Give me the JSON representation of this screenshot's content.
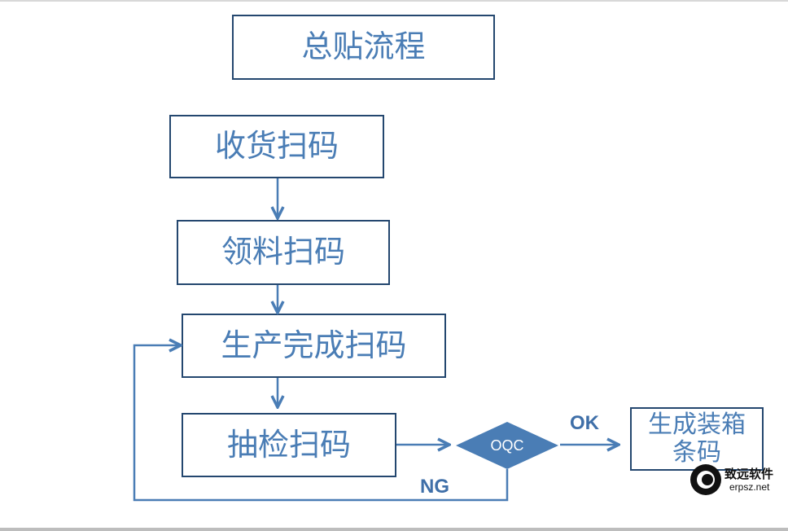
{
  "colors": {
    "border": "#24476f",
    "text": "#4a7db5",
    "arrow": "#4a7db5",
    "diamond_fill": "#4a7db5",
    "label": "#3f6fa8"
  },
  "diagram": {
    "title": "总贴流程",
    "steps": [
      "收货扫码",
      "领料扫码",
      "生产完成扫码",
      "抽检扫码"
    ],
    "decision": "OQC",
    "ok_label": "OK",
    "ng_label": "NG",
    "result": [
      "生成装箱",
      "条码"
    ]
  },
  "watermark": {
    "name": "致远软件",
    "url": "erpsz.net"
  }
}
